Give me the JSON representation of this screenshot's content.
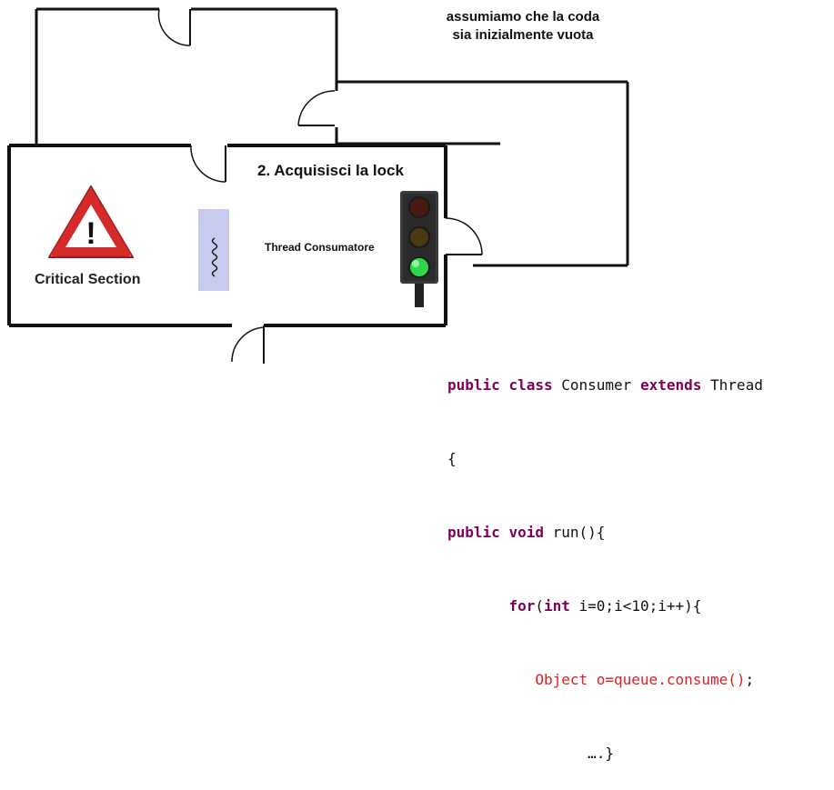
{
  "note": {
    "line1": "assumiamo che la coda",
    "line2": "sia inizialmente vuota"
  },
  "step_title": "2. Acquisisci la lock",
  "critical_section_label": "Critical Section",
  "thread_label": "Thread Consumatore",
  "warning_glyph": "!",
  "colors": {
    "walls": "#111111",
    "warning_red": "#d42a2a",
    "thread_box": "#c8caf0",
    "light_green": "#2fd84a",
    "light_off": "#4a1a12",
    "keyword": "#7f0055",
    "code_red": "#e02020"
  },
  "traffic_light_state": "green",
  "code": {
    "l1_kw1": "public",
    "l1_kw2": "class",
    "l1_t1": "Consumer",
    "l1_kw3": "extends",
    "l1_t2": "Thread",
    "l2": "{",
    "l3_kw1": "public",
    "l3_kw2": "void",
    "l3_t1": "run(){",
    "l4_kw1": "for",
    "l4_t1": "(",
    "l4_kw2": "int",
    "l4_t2": "i=0;i<10;i++){",
    "l5_red": "Object o=queue.consume()",
    "l5_t": ";",
    "l6": "….}"
  }
}
